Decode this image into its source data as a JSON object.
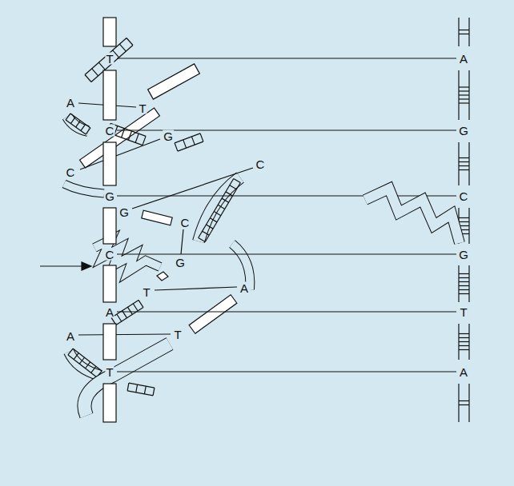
{
  "diagram": {
    "labels": [
      "A",
      "T",
      "G",
      "C",
      "C",
      "G",
      "C",
      "G",
      "T",
      "A",
      "A",
      "T",
      "T",
      "A",
      "C",
      "G",
      "G",
      "C",
      "C",
      "G",
      "A",
      "T",
      "T",
      "A"
    ]
  }
}
